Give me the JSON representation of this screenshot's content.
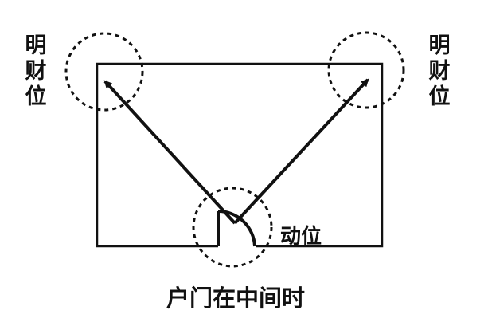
{
  "labels": {
    "left_corner": "明财位",
    "right_corner": "明财位",
    "door_zone": "动位",
    "caption": "户门在中间时"
  },
  "colors": {
    "ink": "#111111",
    "background": "#ffffff"
  }
}
